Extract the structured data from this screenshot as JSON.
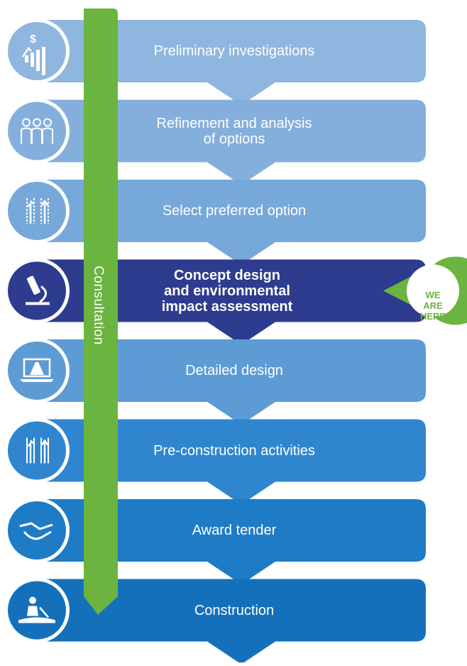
{
  "consultation_label": "Consultation",
  "marker_label": "WE\nARE\nHERE",
  "colors": {
    "consultation_green": "#6bb43f",
    "current_step_navy": "#2d3c8f",
    "icon_circle_border": "#ffffff"
  },
  "steps": [
    {
      "label": "Preliminary investigations",
      "color": "#8fb6df",
      "icon": "investment-growth-icon",
      "current": false
    },
    {
      "label": "Refinement and analysis\nof options",
      "color": "#84afdc",
      "icon": "people-group-icon",
      "current": false
    },
    {
      "label": "Select preferred option",
      "color": "#76a8d9",
      "icon": "road-route-options-icon",
      "current": false
    },
    {
      "label": "Concept design\nand environmental\nimpact assessment",
      "color": "#2d3c8f",
      "icon": "microscope-icon",
      "current": true
    },
    {
      "label": "Detailed design",
      "color": "#5d9bd4",
      "icon": "laptop-road-icon",
      "current": false
    },
    {
      "label": "Pre-construction activities",
      "color": "#2f86cf",
      "icon": "traffic-lanes-icon",
      "current": false
    },
    {
      "label": "Award tender",
      "color": "#1e7bc6",
      "icon": "handshake-icon",
      "current": false
    },
    {
      "label": "Construction",
      "color": "#1570bb",
      "icon": "road-worker-icon",
      "current": false
    }
  ]
}
